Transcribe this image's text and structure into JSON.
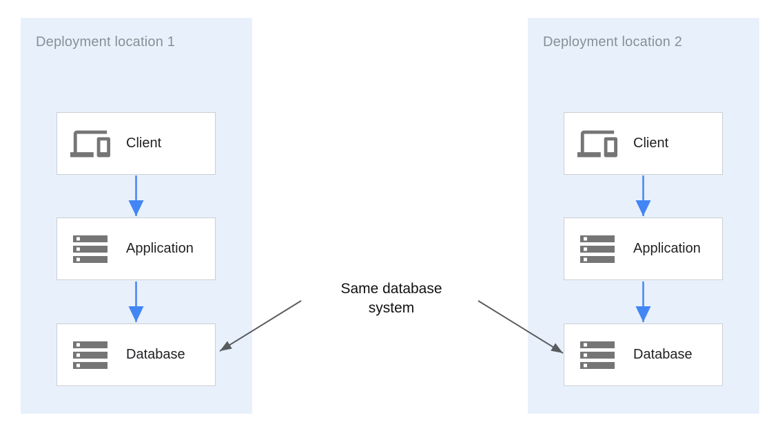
{
  "containers": [
    {
      "title": "Deployment location 1",
      "nodes": [
        {
          "label": "Client",
          "icon": "devices-icon"
        },
        {
          "label": "Application",
          "icon": "storage-icon"
        },
        {
          "label": "Database",
          "icon": "storage-icon"
        }
      ]
    },
    {
      "title": "Deployment location 2",
      "nodes": [
        {
          "label": "Client",
          "icon": "devices-icon"
        },
        {
          "label": "Application",
          "icon": "storage-icon"
        },
        {
          "label": "Database",
          "icon": "storage-icon"
        }
      ]
    }
  ],
  "annotation": {
    "line1": "Same database",
    "line2": "system"
  },
  "colors": {
    "region_fill": "#e8f0fb",
    "region_title_text": "#878f96",
    "node_fill": "#ffffff",
    "node_border": "#cbced2",
    "node_label_text": "#212124",
    "icon_gray": "#757575",
    "flow_arrow_blue": "#4285f4",
    "annotation_arrow_gray": "#595c5f",
    "annotation_text": "#111111"
  }
}
